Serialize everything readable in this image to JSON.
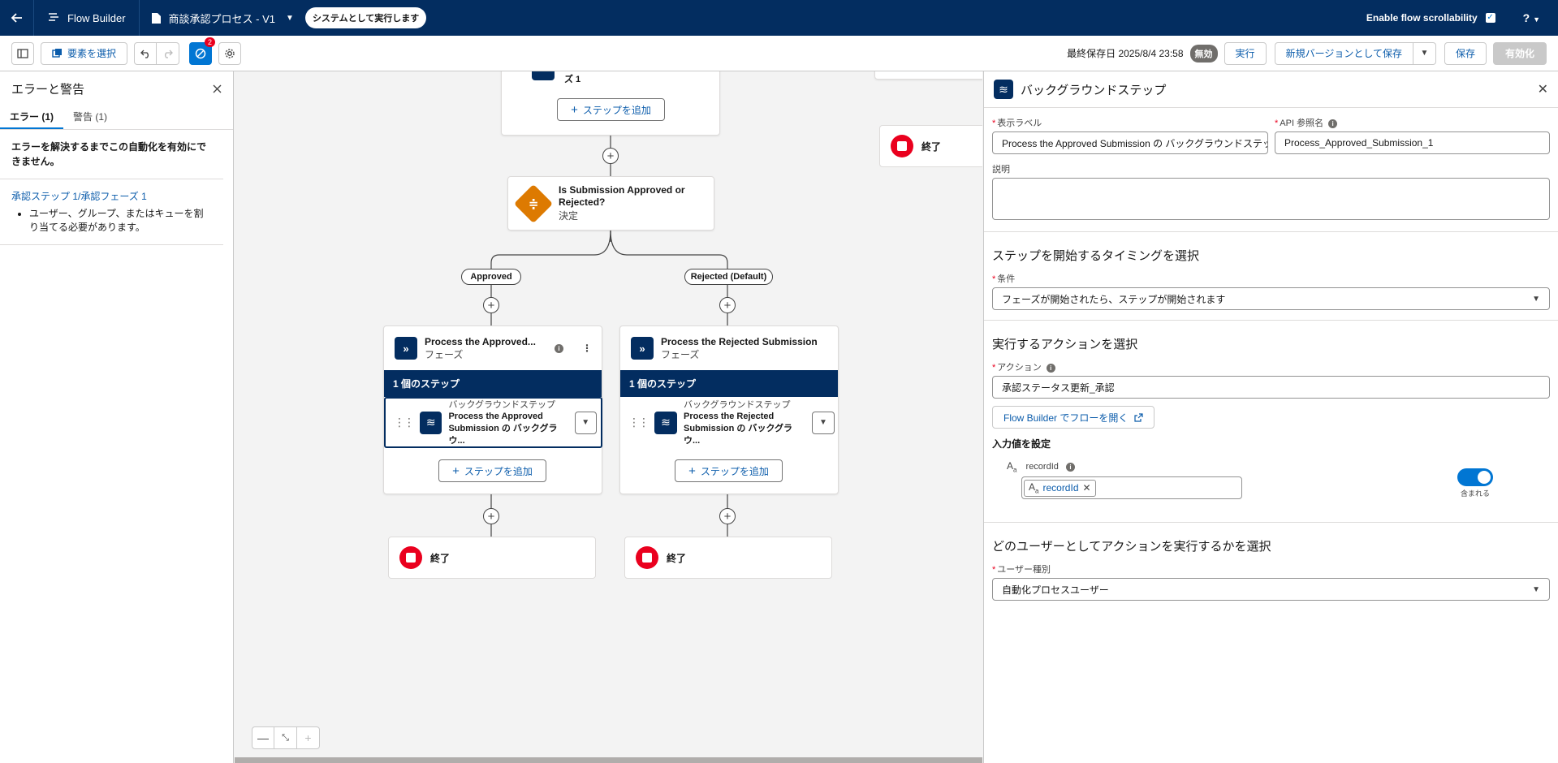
{
  "topbar": {
    "app_name": "Flow Builder",
    "flow_name": "商談承認プロセス - V1",
    "run_mode": "システムとして実行します",
    "scroll_label": "Enable flow scrollability",
    "help": "?"
  },
  "toolbar": {
    "select_elements": "要素を選択",
    "error_count": "2",
    "last_saved": "最終保存日 2025/8/4 23:58",
    "status": "無効",
    "run": "実行",
    "save_as_new": "新規バージョンとして保存",
    "save": "保存",
    "activate": "有効化"
  },
  "errors_panel": {
    "title": "エラーと警告",
    "tab_errors": "エラー (1)",
    "tab_warnings": "警告 (1)",
    "message": "エラーを解決するまでこの自動化を有効にできません。",
    "items": [
      {
        "link": "承認ステップ 1/承認フェーズ 1",
        "detail": "ユーザー、グループ、またはキューを割り当てる必要があります。"
      }
    ]
  },
  "canvas": {
    "top_node_title": "ズ 1",
    "add_step": "ステップを追加",
    "decision": {
      "title": "Is Submission Approved or Rejected?",
      "type": "決定"
    },
    "branch_approved": "Approved",
    "branch_rejected": "Rejected (Default)",
    "end_label": "終了",
    "phase_left": {
      "title": "Process the Approved...",
      "type": "フェーズ",
      "step_count": "1 個のステップ",
      "step_type": "バックグラウンドステップ",
      "step_name": "Process the Approved Submission の バックグラウ..."
    },
    "phase_right": {
      "title": "Process the Rejected Submission",
      "type": "フェーズ",
      "step_count": "1 個のステップ",
      "step_type": "バックグラウンドステップ",
      "step_name": "Process the Rejected Submission の バックグラウ..."
    }
  },
  "properties": {
    "title": "バックグラウンドステップ",
    "label_caption": "表示ラベル",
    "label_value": "Process the Approved Submission の バックグラウンドステップ",
    "api_caption": "API 参照名",
    "api_value": "Process_Approved_Submission_1",
    "desc_caption": "説明",
    "desc_value": "",
    "timing_title": "ステップを開始するタイミングを選択",
    "condition_caption": "条件",
    "condition_value": "フェーズが開始されたら、ステップが開始されます",
    "action_title": "実行するアクションを選択",
    "action_caption": "アクション",
    "action_value": "承認ステータス更新_承認",
    "open_flow": "Flow Builder でフローを開く",
    "inputs_title": "入力値を設定",
    "input_name": "recordId",
    "input_value": "recordId",
    "include_label": "含まれる",
    "user_title": "どのユーザーとしてアクションを実行するかを選択",
    "user_caption": "ユーザー種別",
    "user_value": "自動化プロセスユーザー"
  }
}
